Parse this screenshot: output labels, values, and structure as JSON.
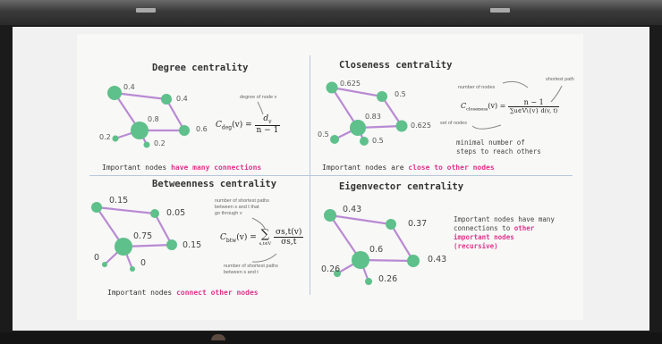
{
  "panels": {
    "degree": {
      "title": "Degree centrality",
      "labels": [
        "0.4",
        "0.4",
        "0.8",
        "0.6",
        "0.2",
        "0.2"
      ],
      "annotation": "degree of node v",
      "formula_lhs": "C",
      "formula_sub": "deg",
      "formula_arg": "(v) =",
      "formula_num": "d",
      "formula_num_sub": "v",
      "formula_den": "n − 1",
      "caption_prefix": "Important nodes ",
      "caption_highlight": "have many connections"
    },
    "closeness": {
      "title": "Closeness centrality",
      "labels": [
        "0.625",
        "0.5",
        "0.83",
        "0.625",
        "0.5",
        "0.5"
      ],
      "ann_nodes": "number of nodes",
      "ann_shortest": "shortest path",
      "ann_set": "set of nodes",
      "formula_lhs": "C",
      "formula_sub": "closeness",
      "formula_arg": "(v) =",
      "formula_num": "n − 1",
      "formula_den": "∑u∈V\\{v} d(v, t)",
      "note_lines": [
        "minimal number of",
        "steps to reach others"
      ],
      "caption_prefix": "Important nodes are ",
      "caption_highlight": "close to other nodes"
    },
    "betweenness": {
      "title": "Betweenness centrality",
      "labels": [
        "0.15",
        "0.05",
        "0.75",
        "0.15",
        "0",
        "0"
      ],
      "ann_top": [
        "number of shortest paths",
        "between s and t that",
        "go through v"
      ],
      "ann_bottom": [
        "number of shortest paths",
        "between s and t"
      ],
      "formula_lhs": "C",
      "formula_sub": "btw",
      "formula_arg": "(v) =",
      "formula_sum": "∑",
      "formula_sum_sub": "s,t∈V",
      "formula_num": "σs,t(v)",
      "formula_den": "σs,t",
      "caption_prefix": "Important nodes ",
      "caption_highlight": "connect other nodes"
    },
    "eigenvector": {
      "title": "Eigenvector centrality",
      "labels": [
        "0.43",
        "0.37",
        "0.6",
        "0.43",
        "0.26",
        "0.26"
      ],
      "note_lines": [
        "Important nodes have many",
        "connections to"
      ],
      "note_highlight_1": "other",
      "note_highlight_2": "important nodes",
      "note_tail": "(recursive)"
    }
  },
  "colors": {
    "node": "#5ec08a",
    "edge": "#b98ad3",
    "accent": "#e0338b"
  }
}
